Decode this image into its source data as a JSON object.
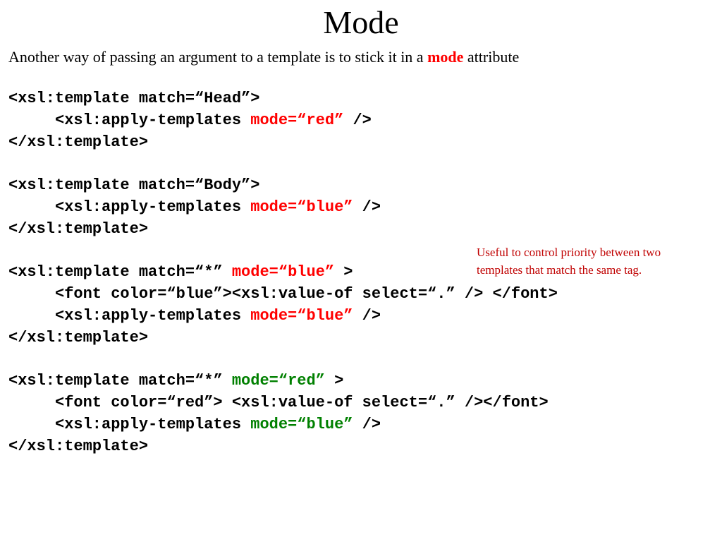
{
  "slide": {
    "title": "Mode",
    "intro": {
      "before": "Another way of passing an argument to a template is to stick it in a ",
      "keyword": "mode",
      "after": " attribute"
    },
    "note": "Useful to control priority between two templates that match the same tag.",
    "colors": {
      "highlight_red": "#ff0000",
      "highlight_green": "#008000",
      "note": "#c00000"
    },
    "code": {
      "b1": {
        "l1": "<xsl:template match=“Head”>",
        "l2a": "<xsl:apply-templates ",
        "l2b": "mode=“red”",
        "l2c": " />",
        "l3": "</xsl:template>"
      },
      "b2": {
        "l1": "<xsl:template match=“Body”>",
        "l2a": "<xsl:apply-templates ",
        "l2b": "mode=“blue”",
        "l2c": " />",
        "l3": "</xsl:template>"
      },
      "b3": {
        "l1a": "<xsl:template match=“*” ",
        "l1b": "mode=“blue”",
        "l1c": " >",
        "l2": "<font color=“blue”><xsl:value-of select=“.” /> </font>",
        "l3a": "<xsl:apply-templates ",
        "l3b": "mode=“blue”",
        "l3c": " />",
        "l4": "</xsl:template>"
      },
      "b4": {
        "l1a": "<xsl:template match=“*” ",
        "l1b": "mode=“red”",
        "l1c": " >",
        "l2": "<font color=“red”> <xsl:value-of select=“.” /></font>",
        "l3a": "<xsl:apply-templates ",
        "l3b": "mode=“blue”",
        "l3c": " />",
        "l4": "</xsl:template>"
      }
    }
  }
}
